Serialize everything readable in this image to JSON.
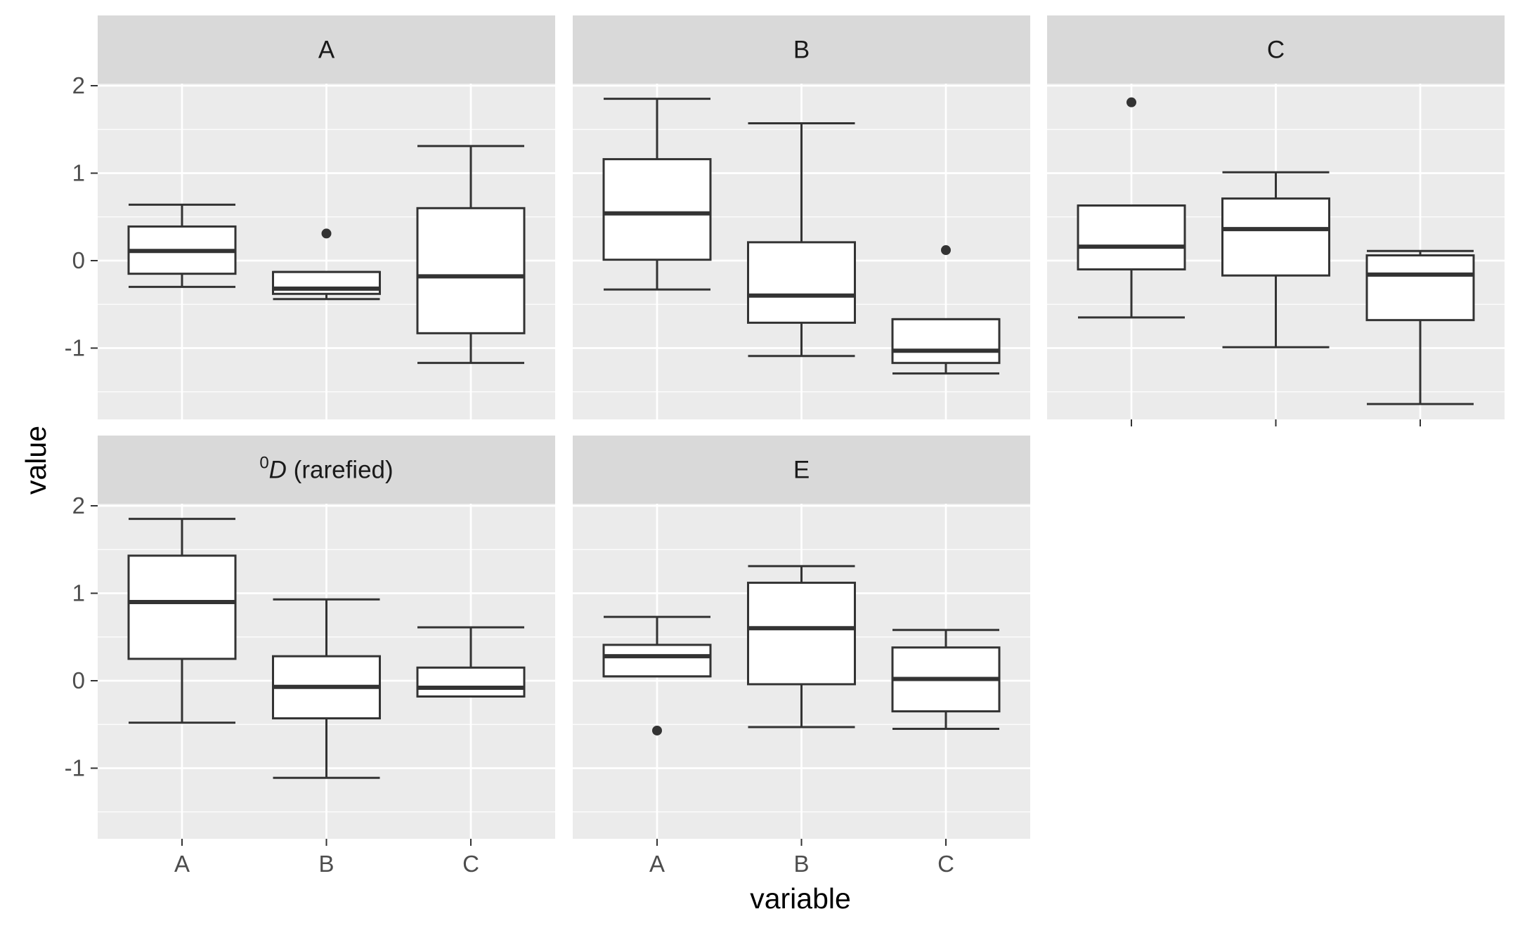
{
  "chart_data": {
    "type": "boxplot",
    "facet_type": "wrap",
    "xlabel": "variable",
    "ylabel": "value",
    "categories": [
      "A",
      "B",
      "C"
    ],
    "y_ticks": [
      -1,
      0,
      1,
      2
    ],
    "y_tick_labels": [
      "-1",
      "0",
      "1",
      "2"
    ],
    "ylim": [
      -1.83,
      2.18
    ],
    "grid": true,
    "panels": [
      {
        "strip": "A",
        "boxes": [
          {
            "category": "A",
            "lower_whisker": -0.3,
            "q1": -0.15,
            "median": 0.11,
            "q3": 0.39,
            "upper_whisker": 0.64,
            "outliers": []
          },
          {
            "category": "B",
            "lower_whisker": -0.44,
            "q1": -0.38,
            "median": -0.32,
            "q3": -0.13,
            "upper_whisker": -0.13,
            "outliers": [
              0.31
            ]
          },
          {
            "category": "C",
            "lower_whisker": -1.17,
            "q1": -0.83,
            "median": -0.18,
            "q3": 0.6,
            "upper_whisker": 1.31,
            "outliers": []
          }
        ]
      },
      {
        "strip": "B",
        "boxes": [
          {
            "category": "A",
            "lower_whisker": -0.33,
            "q1": 0.01,
            "median": 0.54,
            "q3": 1.16,
            "upper_whisker": 1.85,
            "outliers": []
          },
          {
            "category": "B",
            "lower_whisker": -1.09,
            "q1": -0.71,
            "median": -0.4,
            "q3": 0.21,
            "upper_whisker": 1.57,
            "outliers": []
          },
          {
            "category": "C",
            "lower_whisker": -1.29,
            "q1": -1.17,
            "median": -1.03,
            "q3": -0.67,
            "upper_whisker": -0.67,
            "outliers": [
              0.12
            ]
          }
        ]
      },
      {
        "strip": "C",
        "boxes": [
          {
            "category": "A",
            "lower_whisker": -0.65,
            "q1": -0.1,
            "median": 0.16,
            "q3": 0.63,
            "upper_whisker": 0.63,
            "outliers": [
              1.81
            ]
          },
          {
            "category": "B",
            "lower_whisker": -0.99,
            "q1": -0.17,
            "median": 0.36,
            "q3": 0.71,
            "upper_whisker": 1.01,
            "outliers": []
          },
          {
            "category": "C",
            "lower_whisker": -1.64,
            "q1": -0.68,
            "median": -0.16,
            "q3": 0.06,
            "upper_whisker": 0.11,
            "outliers": []
          }
        ]
      },
      {
        "strip": "(rarefied)",
        "strip_sup": "0",
        "strip_italic": "D",
        "boxes": [
          {
            "category": "A",
            "lower_whisker": -0.48,
            "q1": 0.25,
            "median": 0.9,
            "q3": 1.43,
            "upper_whisker": 1.85,
            "outliers": []
          },
          {
            "category": "B",
            "lower_whisker": -1.11,
            "q1": -0.43,
            "median": -0.07,
            "q3": 0.28,
            "upper_whisker": 0.93,
            "outliers": []
          },
          {
            "category": "C",
            "lower_whisker": -0.18,
            "q1": -0.18,
            "median": -0.08,
            "q3": 0.15,
            "upper_whisker": 0.61,
            "outliers": []
          }
        ]
      },
      {
        "strip": "E",
        "boxes": [
          {
            "category": "A",
            "lower_whisker": 0.05,
            "q1": 0.05,
            "median": 0.28,
            "q3": 0.41,
            "upper_whisker": 0.73,
            "outliers": [
              -0.57
            ]
          },
          {
            "category": "B",
            "lower_whisker": -0.53,
            "q1": -0.04,
            "median": 0.6,
            "q3": 1.12,
            "upper_whisker": 1.31,
            "outliers": []
          },
          {
            "category": "C",
            "lower_whisker": -0.55,
            "q1": -0.35,
            "median": 0.02,
            "q3": 0.38,
            "upper_whisker": 0.58,
            "outliers": []
          }
        ]
      }
    ]
  }
}
